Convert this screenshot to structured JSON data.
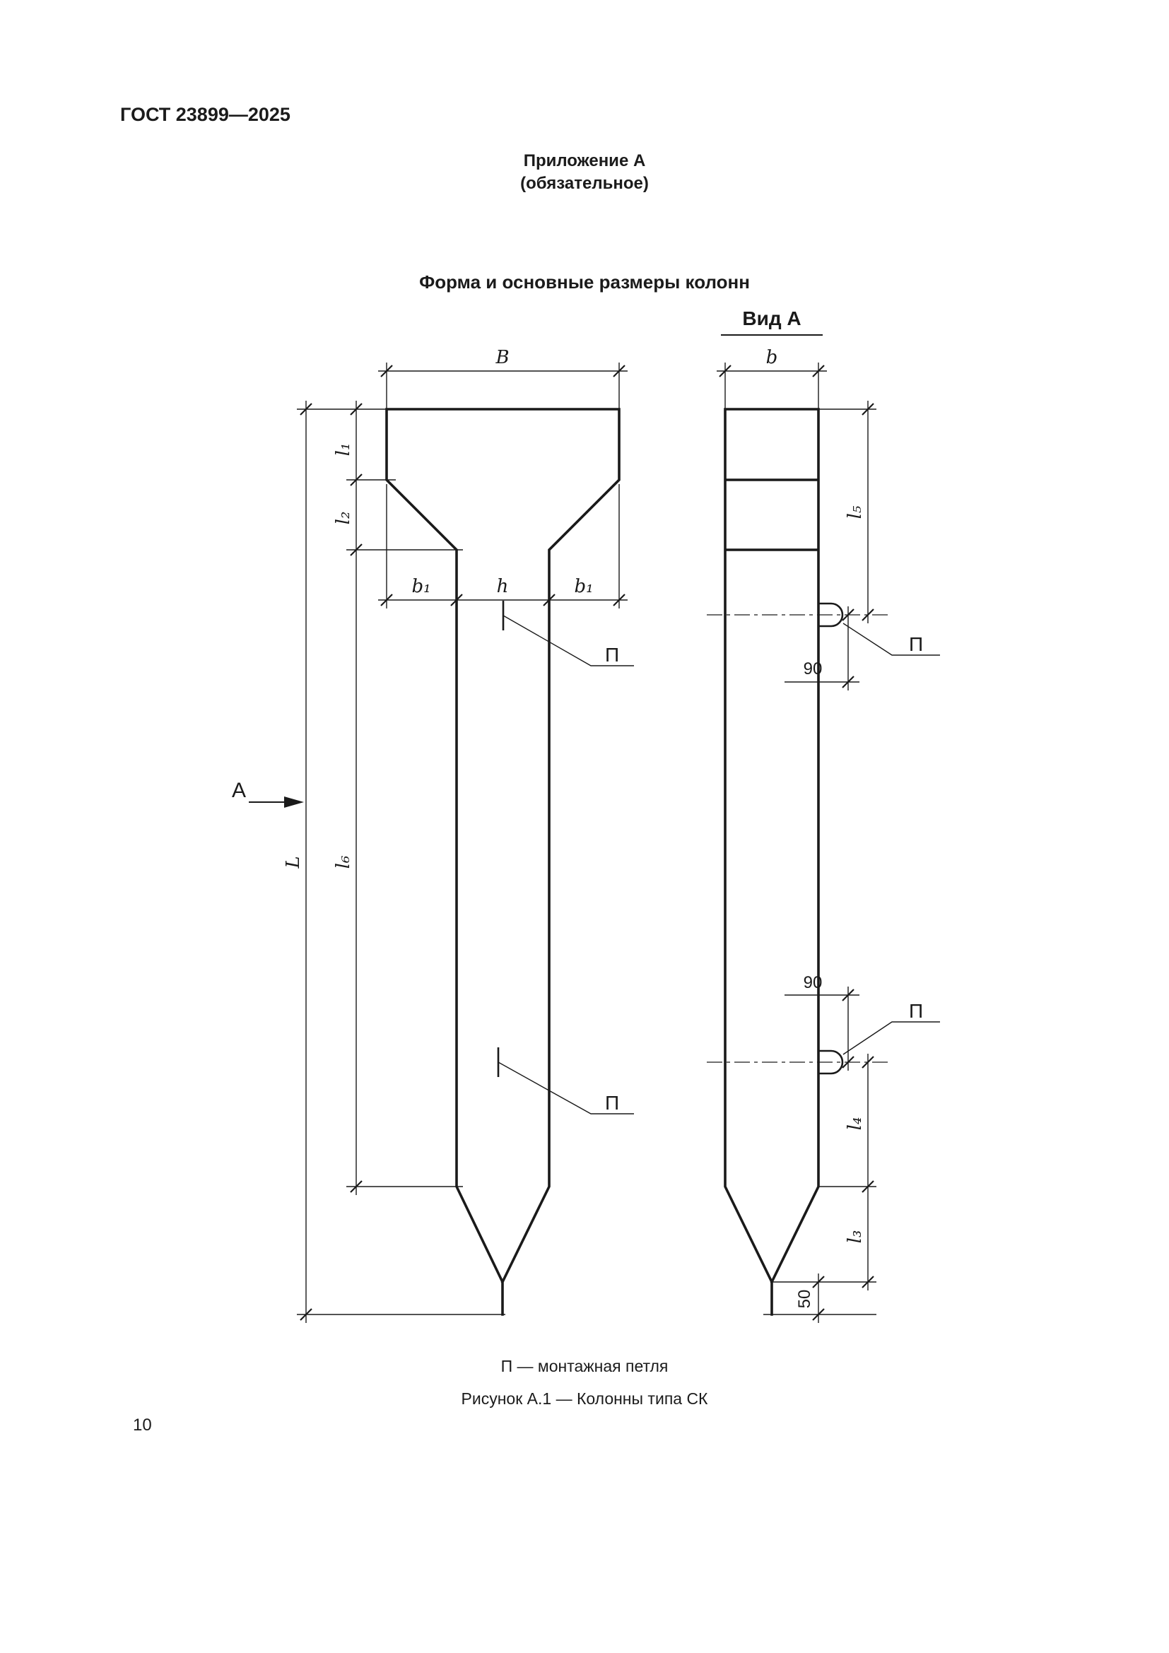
{
  "document": {
    "header": "ГОСТ 23899—2025",
    "page_number": "10"
  },
  "appendix": {
    "title": "Приложение А",
    "subtitle": "(обязательное)",
    "heading": "Форма и основные размеры колонн"
  },
  "figure": {
    "view_title": "Вид А",
    "view_arrow_label": "А",
    "legend": "П — монтажная петля",
    "caption": "Рисунок А.1 — Колонны типа СК",
    "dims": {
      "B": "B",
      "b": "b",
      "b1": "b₁",
      "h": "h",
      "l1": "l₁",
      "l2": "l₂",
      "l3": "l₃",
      "l4": "l₄",
      "l5": "l₅",
      "l6": "l₆",
      "L": "L",
      "n90": "90",
      "n50": "50",
      "loop": "П"
    }
  }
}
